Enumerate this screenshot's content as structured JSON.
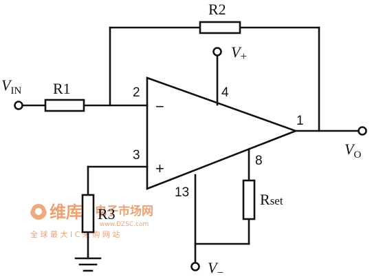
{
  "labels": {
    "vin_main": "V",
    "vin_sub": "IN",
    "r1": "R1",
    "r2": "R2",
    "r3": "R3",
    "rset_main": "R",
    "rset_sub": "set",
    "vplus_main": "V",
    "vplus_sub": "+",
    "vminus_main": "V",
    "vminus_sub": "−",
    "vout_main": "V",
    "vout_sub": "O"
  },
  "pins": {
    "inverting": "2",
    "noninverting": "3",
    "vplus": "4",
    "output": "1",
    "set": "8",
    "vminus": "13"
  },
  "symbols": {
    "minus": "−",
    "plus": "+"
  },
  "watermark": {
    "logo_text": "维库",
    "site_text": "电子市场网",
    "url": "www.DZSC.com",
    "tagline": "全 球 最 大 I C 采 购 网 站"
  },
  "colors": {
    "ink": "#111111",
    "watermark": "#e8915a"
  }
}
